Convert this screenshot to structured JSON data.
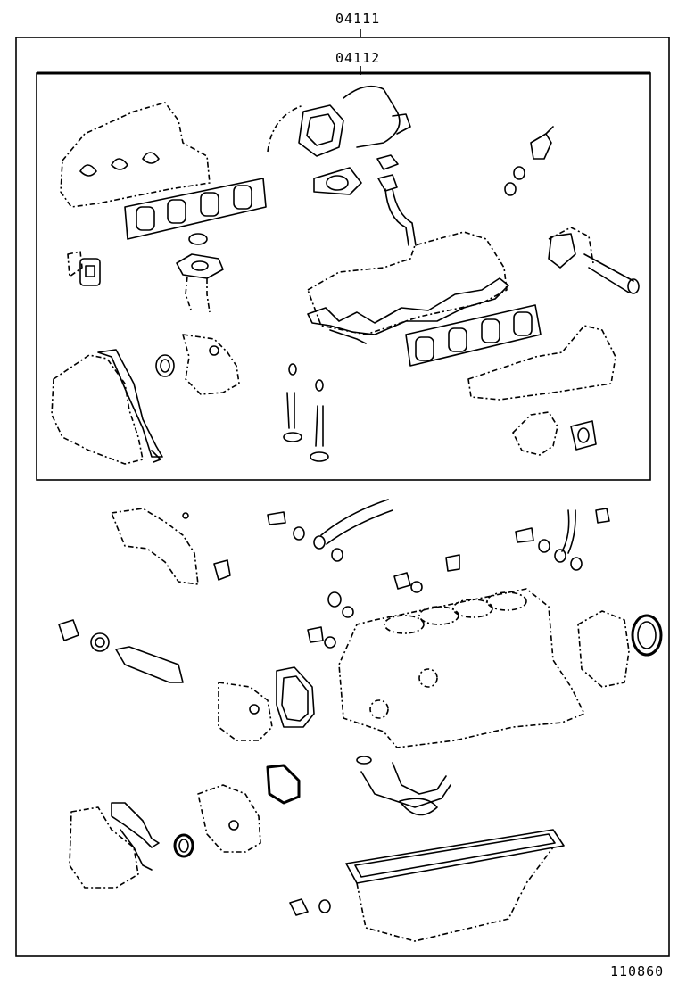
{
  "labels": {
    "outer_kit": "04111",
    "inner_kit": "04112",
    "diagram_code": "110860"
  }
}
